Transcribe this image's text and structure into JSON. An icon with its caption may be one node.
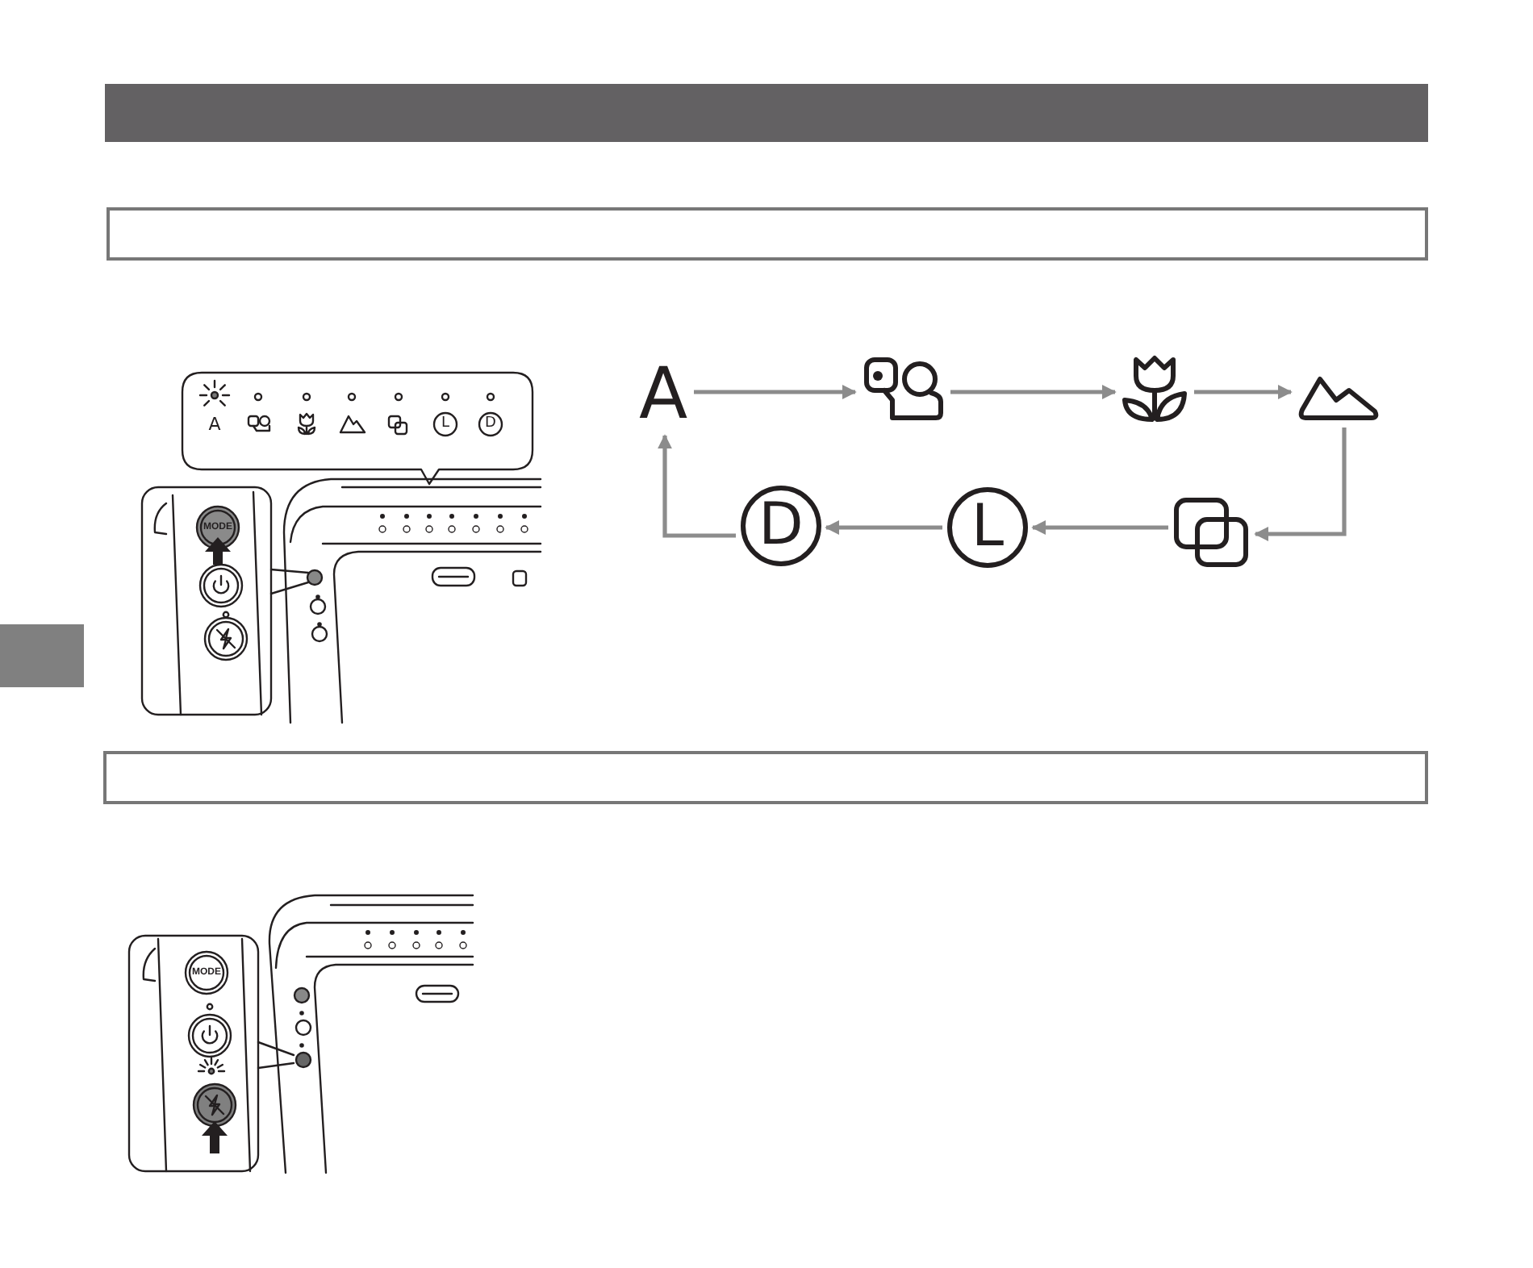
{
  "diagram": {
    "nodes": [
      {
        "text": [
          "A"
        ]
      },
      {
        "text": [],
        "shape": "picture"
      },
      {
        "text": [],
        "shape": "picture"
      },
      {
        "text": [],
        "shape": "picture"
      },
      {
        "text": [
          "D"
        ]
      },
      {
        "text": [
          "L"
        ]
      },
      {
        "text": [],
        "shape": "box"
      }
    ],
    "edges": [
      {
        "from": 0,
        "to": 1,
        "arrow": "to"
      },
      {
        "from": 1,
        "to": 2,
        "arrow": "to"
      },
      {
        "from": 2,
        "to": 3,
        "arrow": "to"
      },
      {
        "from": 3,
        "to": 6,
        "arrow": "to"
      },
      {
        "from": 6,
        "to": 5,
        "arrow": "to"
      },
      {
        "from": 5,
        "to": 4,
        "arrow": "to"
      },
      {
        "from": 4,
        "to": 0,
        "arrow": "to"
      }
    ],
    "labels": [
      "A",
      "L",
      "D",
      "MODE",
      "MODE"
    ]
  }
}
